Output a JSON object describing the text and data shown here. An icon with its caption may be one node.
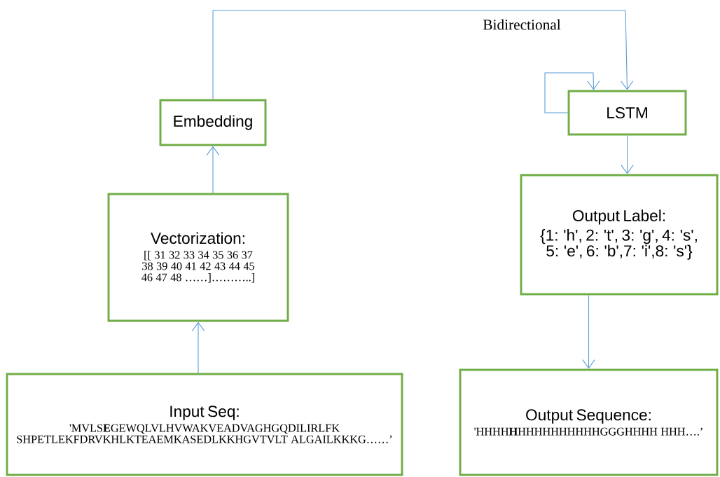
{
  "diagram": {
    "nodes": [
      {
        "text": [
          "Embedding"
        ]
      },
      {
        "text": [
          "LSTM"
        ]
      },
      {
        "text": [
          "Vectorization:",
          "[[ 31 32 33 34 35 36 37 38 39 40 41 42 43 44 45 46 47 48 ……]………..]"
        ]
      },
      {
        "text": [
          "Output Label:",
          "{1: 'h', 2: 't', 3: 'g', 4: 's', 5: 'e', 6: 'b',7: 'i',8: 's'}"
        ]
      },
      {
        "text": [
          "Input Seq:",
          "'MVLS**E**GEWQLVLHVWAKVEADVAGHGQDILIRLFK SHPETLEKFDRVKHLKTEAEMKASEDLKKHGVTVLT ALGAILKKKG……’"
        ]
      },
      {
        "text": [
          "Output Sequence:",
          "'HHHH**H**HHHHHHHHHHGGGHHHH HHH….’"
        ]
      }
    ],
    "edges": [
      {
        "from": 4,
        "to": 2,
        "arrow": "to"
      },
      {
        "from": 2,
        "to": 0,
        "arrow": "to"
      },
      {
        "from": 0,
        "to": 1,
        "arrow": "to",
        "label": "Bidirectional"
      },
      {
        "from": 1,
        "to": 1,
        "arrow": "to"
      },
      {
        "from": 1,
        "to": 3,
        "arrow": "to"
      },
      {
        "from": 3,
        "to": 5,
        "arrow": "to"
      }
    ]
  }
}
